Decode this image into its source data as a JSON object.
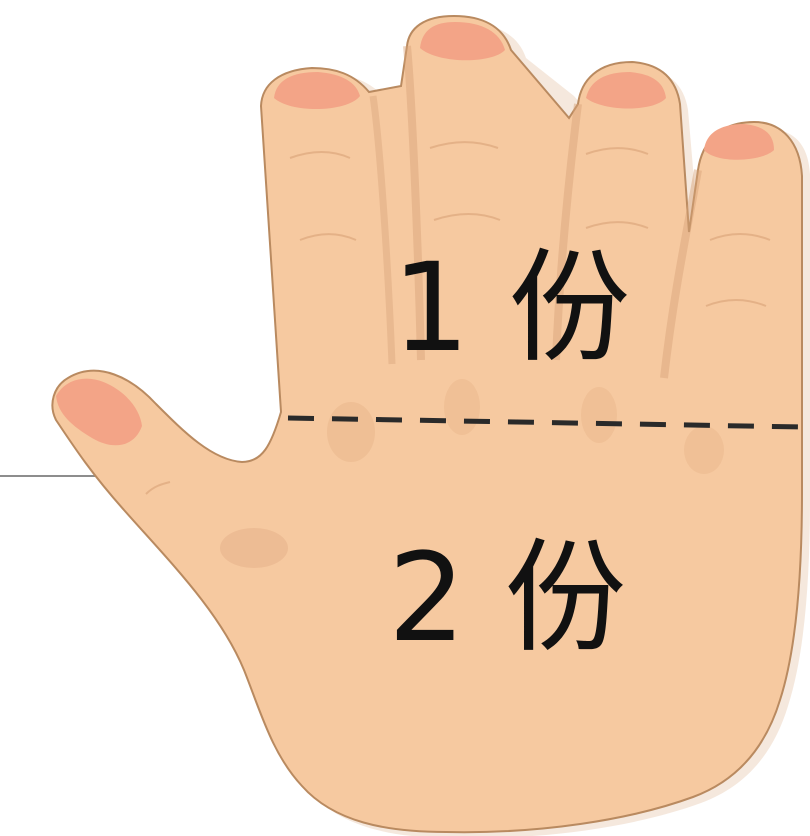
{
  "labels": {
    "fingers": "1 份",
    "palm": "2 份"
  },
  "colors": {
    "skin": "#f6c9a0",
    "skin_shadow": "#d8a277",
    "skin_outline": "#b98a60",
    "nail": "#f3a487",
    "divider": "#2a2a2a",
    "text": "#111111",
    "edge_line": "#8d8d8d"
  },
  "icons": {
    "hand": "open-hand-illustration"
  }
}
